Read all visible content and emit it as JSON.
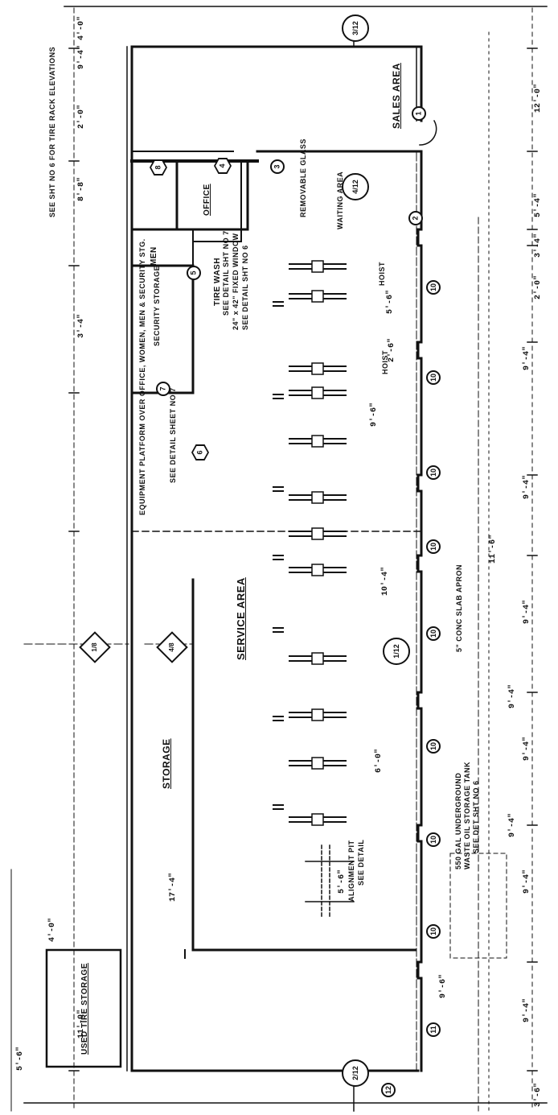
{
  "notes": {
    "elevation_note": "SEE SHT NO 6 FOR TIRE RACK ELEVATIONS"
  },
  "rooms": {
    "sales_area": "SALES AREA",
    "office": "OFFICE",
    "men": "MEN",
    "security_storage": "SECURITY STORAGE",
    "service_area": "SERVICE AREA",
    "storage": "STORAGE",
    "used_tire_storage": "USED TIRE STORAGE",
    "tire_wash": "TIRE WASH",
    "alignment_pit": "ALIGNMENT PIT",
    "waiting": "WAITING AREA"
  },
  "annotations": {
    "tire_wash_detail": "SEE DETAIL SHT NO 7",
    "tire_wash_fixed": "24\" x 42\" FIXED WINDOW",
    "tire_wash_detail2": "SEE DETAIL SHT NO 6",
    "equipment_platform": "EQUIPMENT PLATFORM OVER OFFICE, WOMEN, MEN & SECURITY STG.",
    "equipment_detail": "SEE DETAIL SHEET NO 7",
    "alignment_note": "ALIGNMENT PIT",
    "alignment_note2": "SEE DETAIL",
    "apron": "5\" CONC SLAB APRON",
    "tank1": "550 GAL UNDERGROUND",
    "tank2": "WASTE OIL STORAGE TANK",
    "tank3": "SEE DET SHT NO 6",
    "hoist_a": "HOIST",
    "hoist_b": "HOIST",
    "removable_glass": "REMOVABLE GLASS"
  },
  "dimensions": {
    "left": [
      "5'-6\"",
      "4'-0\"",
      "11'-0\"",
      "17'-4\"",
      "3'-4\"",
      "8'-8\"",
      "2'-0\"",
      "9'-4\"",
      "4'-0\""
    ],
    "right": [
      "12'-0\"",
      "5'-4\"",
      "3'-4\"",
      "2'-0\"",
      "11'-6\"",
      "9'-4\"",
      "9'-4\"",
      "9'-4\"",
      "9'-4\"",
      "9'-4\"",
      "9'-4\"",
      "9'-4\"",
      "9'-4\"",
      "3'-6\""
    ],
    "interior": [
      "5'-6\"",
      "2'-6\"",
      "5'-6\"",
      "9'-6\"",
      "10'-4\"",
      "6'-0\"",
      "9'-6\""
    ]
  },
  "door_tags": [
    "1",
    "2",
    "3",
    "4",
    "5",
    "6",
    "7",
    "8"
  ],
  "window_tags": [
    "10",
    "10",
    "10",
    "10",
    "10",
    "10",
    "10",
    "10",
    "11",
    "12"
  ],
  "section_marks": [
    "3/12",
    "4/12",
    "1/12",
    "2/12"
  ],
  "detail_marks": [
    "1/8",
    "4/8"
  ]
}
